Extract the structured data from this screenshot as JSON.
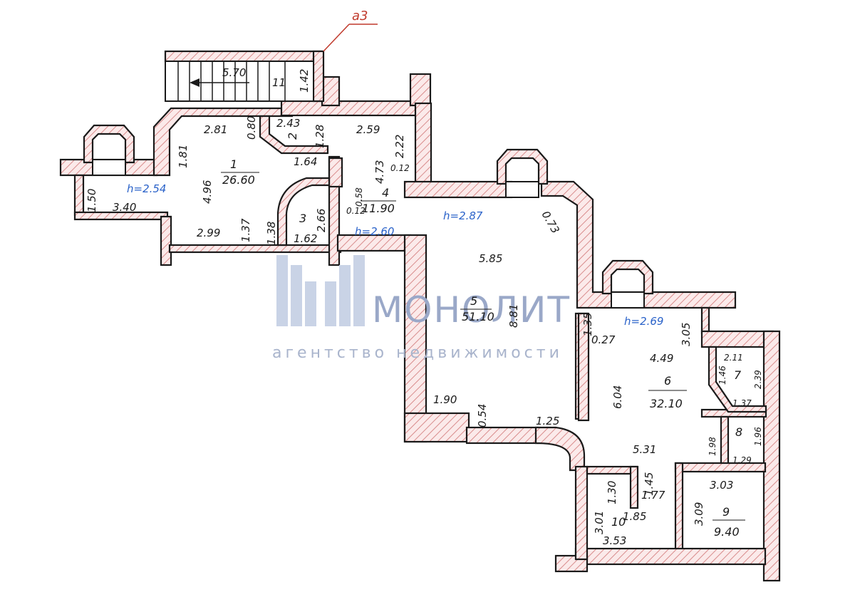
{
  "stair_label": "а3",
  "stair": {
    "length": "5.70",
    "steps": "11",
    "width": "1.42"
  },
  "brand": {
    "name": "МОНОЛИТ",
    "tagline": "агентство недвижимости"
  },
  "heights": [
    "h=2.54",
    "h=2.60",
    "h=2.87",
    "h=2.69"
  ],
  "rooms": [
    {
      "number": "1",
      "area": "26.60"
    },
    {
      "number": "2",
      "area": ""
    },
    {
      "number": "3",
      "area": ""
    },
    {
      "number": "4",
      "area": "11.90"
    },
    {
      "number": "5",
      "area": "51.10"
    },
    {
      "number": "6",
      "area": "32.10"
    },
    {
      "number": "7",
      "area": ""
    },
    {
      "number": "8",
      "area": ""
    },
    {
      "number": "9",
      "area": "9.40"
    },
    {
      "number": "10",
      "area": ""
    }
  ],
  "dimensions": {
    "r1": [
      "2.81",
      "0.80",
      "1.81",
      "4.96",
      "1.64",
      "1.50",
      "3.40",
      "2.99",
      "1.37"
    ],
    "r2": [
      "2.43",
      "1.28"
    ],
    "r3": [
      "1.38",
      "2.66",
      "1.62"
    ],
    "r4": [
      "2.59",
      "2.22",
      "4.73",
      "0.12",
      "0.58",
      "0.12"
    ],
    "r5": [
      "0.73",
      "5.85",
      "8.81",
      "1.90",
      "0.54",
      "1.25"
    ],
    "r6": [
      "1.35",
      "0.27",
      "4.49",
      "3.05",
      "6.04",
      "5.31"
    ],
    "r7": [
      "2.11",
      "1.46",
      "2.39",
      "1.37"
    ],
    "r8": [
      "1.98",
      "1.96",
      "1.29"
    ],
    "r9": [
      "3.03",
      "3.09"
    ],
    "r10": [
      "1.45",
      "1.77",
      "1.30",
      "1.85",
      "3.01",
      "3.53"
    ]
  }
}
